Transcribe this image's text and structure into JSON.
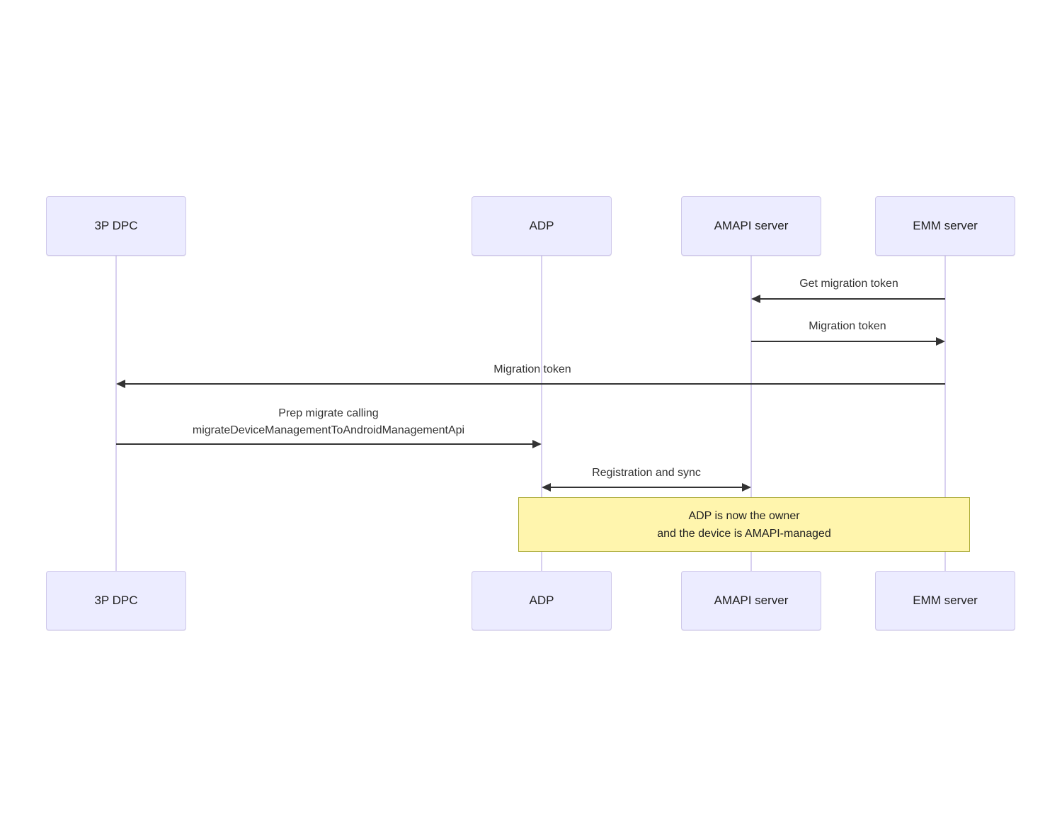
{
  "diagram": {
    "type": "sequence-diagram",
    "actors": [
      {
        "id": "3p-dpc",
        "label": "3P DPC"
      },
      {
        "id": "adp",
        "label": "ADP"
      },
      {
        "id": "amapi-server",
        "label": "AMAPI server"
      },
      {
        "id": "emm-server",
        "label": "EMM server"
      }
    ],
    "messages": [
      {
        "from": "EMM server",
        "to": "AMAPI server",
        "label": "Get migration token",
        "arrow": "left"
      },
      {
        "from": "AMAPI server",
        "to": "EMM server",
        "label": "Migration token",
        "arrow": "right"
      },
      {
        "from": "EMM server",
        "to": "3P DPC",
        "label": "Migration token",
        "arrow": "left"
      },
      {
        "from": "3P DPC",
        "to": "ADP",
        "label_lines": [
          "Prep migrate calling",
          "migrateDeviceManagementToAndroidManagementApi"
        ],
        "arrow": "right"
      },
      {
        "from": "ADP",
        "to": "AMAPI server",
        "label": "Registration and sync",
        "arrow": "both"
      }
    ],
    "note": {
      "over": [
        "ADP",
        "EMM server"
      ],
      "lines": [
        "ADP is now the owner",
        "and the device is AMAPI-managed"
      ]
    },
    "colors": {
      "background": "#FFFFFF",
      "actor_fill": "#ECECFF",
      "actor_border": "#CFC8EA",
      "lifeline": "#D8D0F0",
      "arrow": "#333333",
      "message_text": "#333333",
      "actor_text": "#1F1F1F",
      "note_fill": "#FFF5AD",
      "note_border": "#AAAA33",
      "note_text": "#222222"
    }
  }
}
